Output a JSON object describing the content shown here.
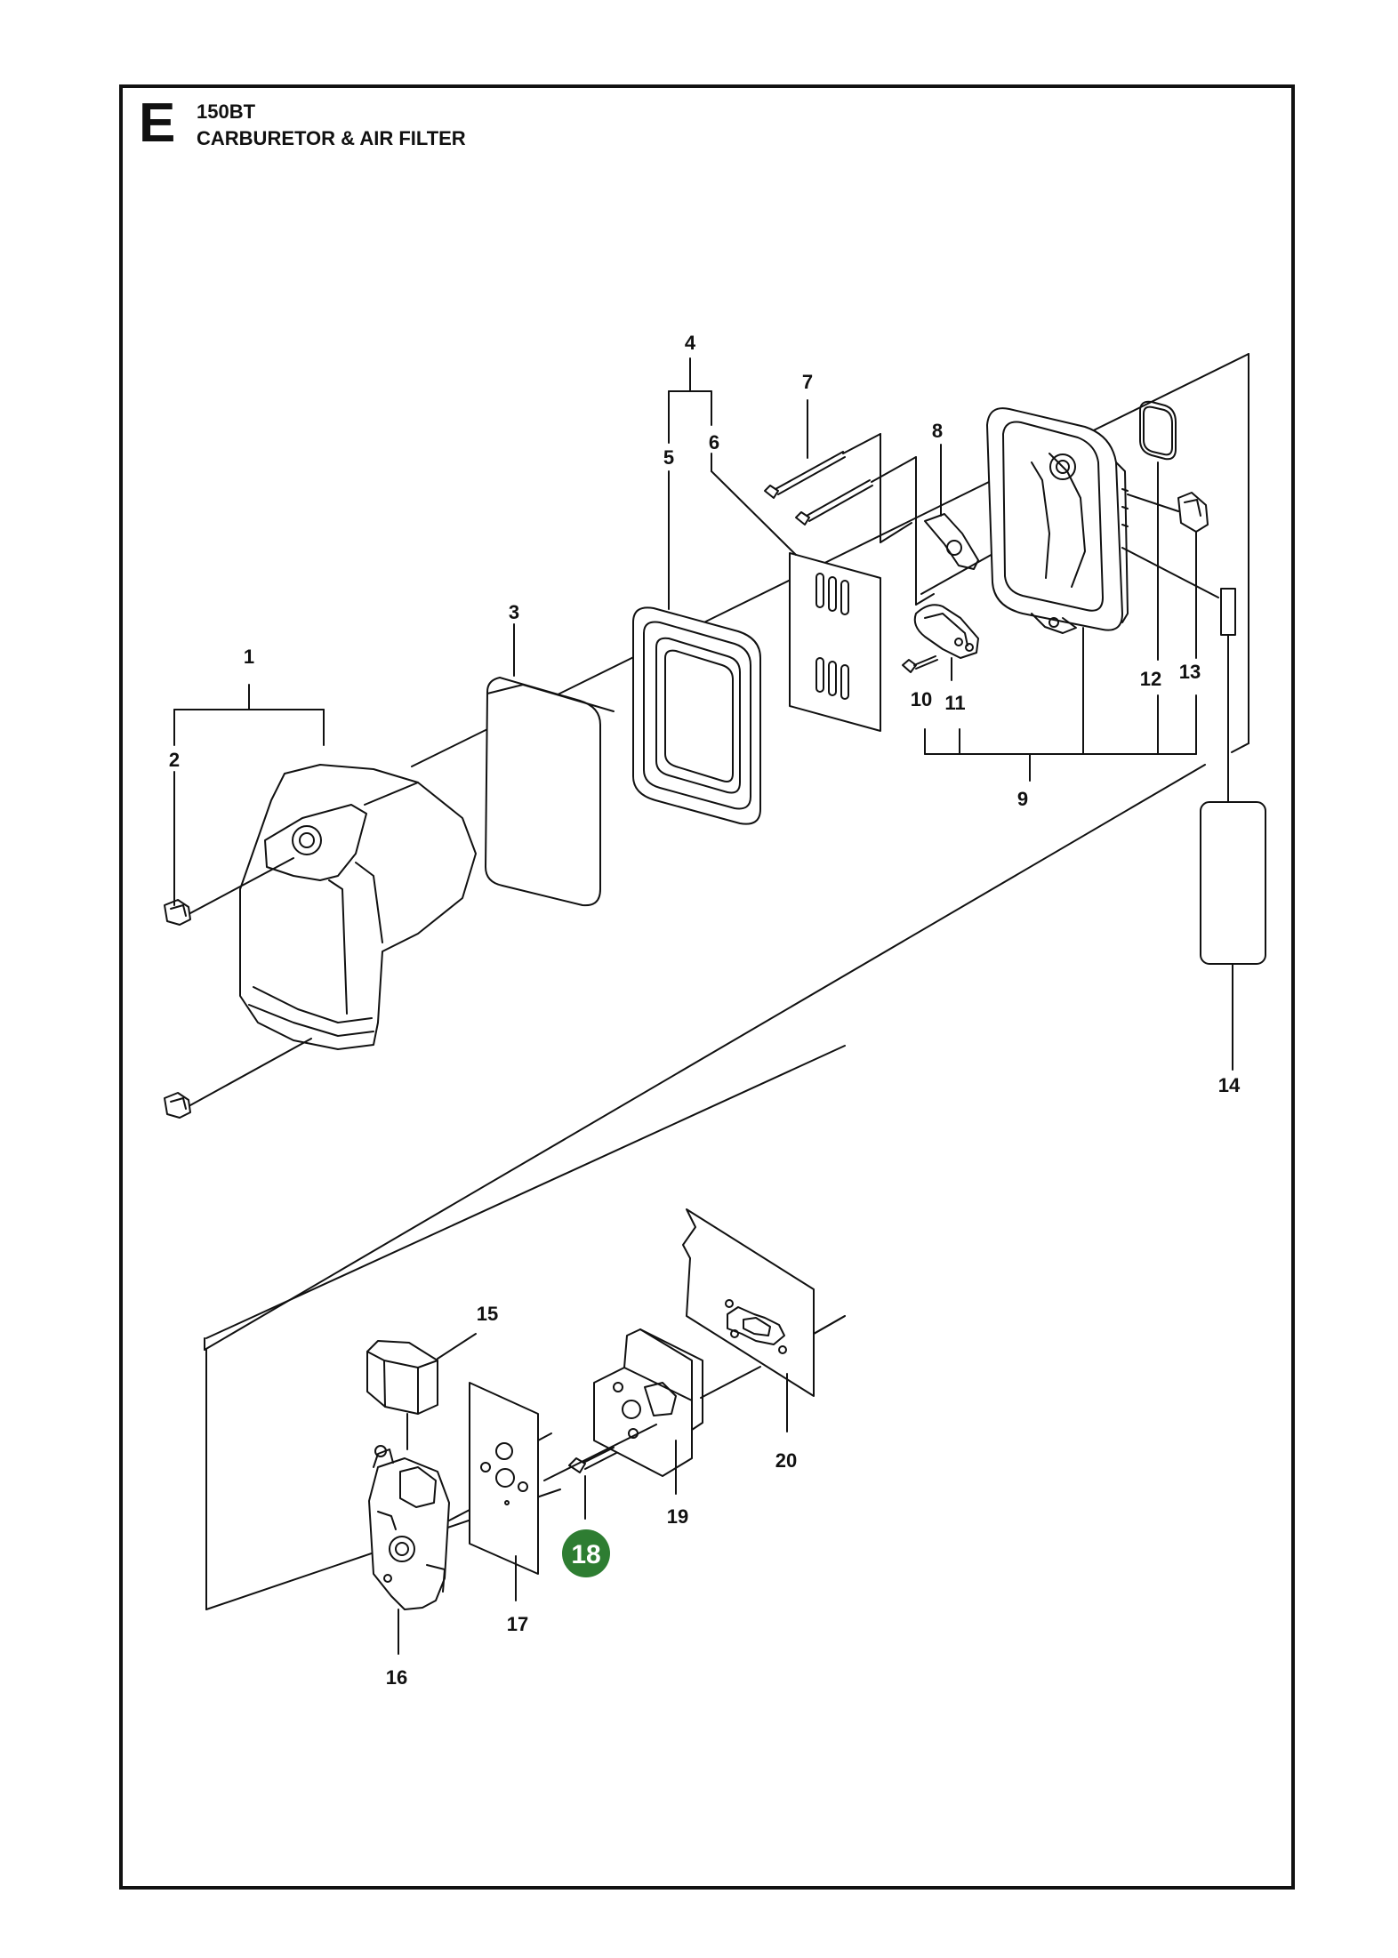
{
  "header": {
    "section_letter": "E",
    "model": "150BT",
    "title": "CARBURETOR & AIR FILTER"
  },
  "colors": {
    "highlight": "#2e7d32",
    "line": "#111111",
    "part_fill": "#ffffff"
  },
  "callouts": [
    {
      "id": "1",
      "label": "1",
      "part": "air-filter-cover"
    },
    {
      "id": "2",
      "label": "2",
      "part": "cover-knob"
    },
    {
      "id": "3",
      "label": "3",
      "part": "air-filter-element"
    },
    {
      "id": "4",
      "label": "4",
      "part": "filter-assembly"
    },
    {
      "id": "5",
      "label": "5",
      "part": "filter-frame"
    },
    {
      "id": "6",
      "label": "6",
      "part": "filter-plate"
    },
    {
      "id": "7",
      "label": "7",
      "part": "long-screws"
    },
    {
      "id": "8",
      "label": "8",
      "part": "choke-lever"
    },
    {
      "id": "9",
      "label": "9",
      "part": "air-filter-housing-assembly"
    },
    {
      "id": "10",
      "label": "10",
      "part": "small-screw"
    },
    {
      "id": "11",
      "label": "11",
      "part": "choke-bracket"
    },
    {
      "id": "12",
      "label": "12",
      "part": "o-ring"
    },
    {
      "id": "13",
      "label": "13",
      "part": "knob"
    },
    {
      "id": "14",
      "label": "14",
      "part": "decal"
    },
    {
      "id": "15",
      "label": "15",
      "part": "carburetor-cap"
    },
    {
      "id": "16",
      "label": "16",
      "part": "carburetor"
    },
    {
      "id": "17",
      "label": "17",
      "part": "gasket"
    },
    {
      "id": "18",
      "label": "18",
      "part": "screw",
      "highlighted": true
    },
    {
      "id": "19",
      "label": "19",
      "part": "intake-adapter"
    },
    {
      "id": "20",
      "label": "20",
      "part": "intake-gasket"
    }
  ]
}
